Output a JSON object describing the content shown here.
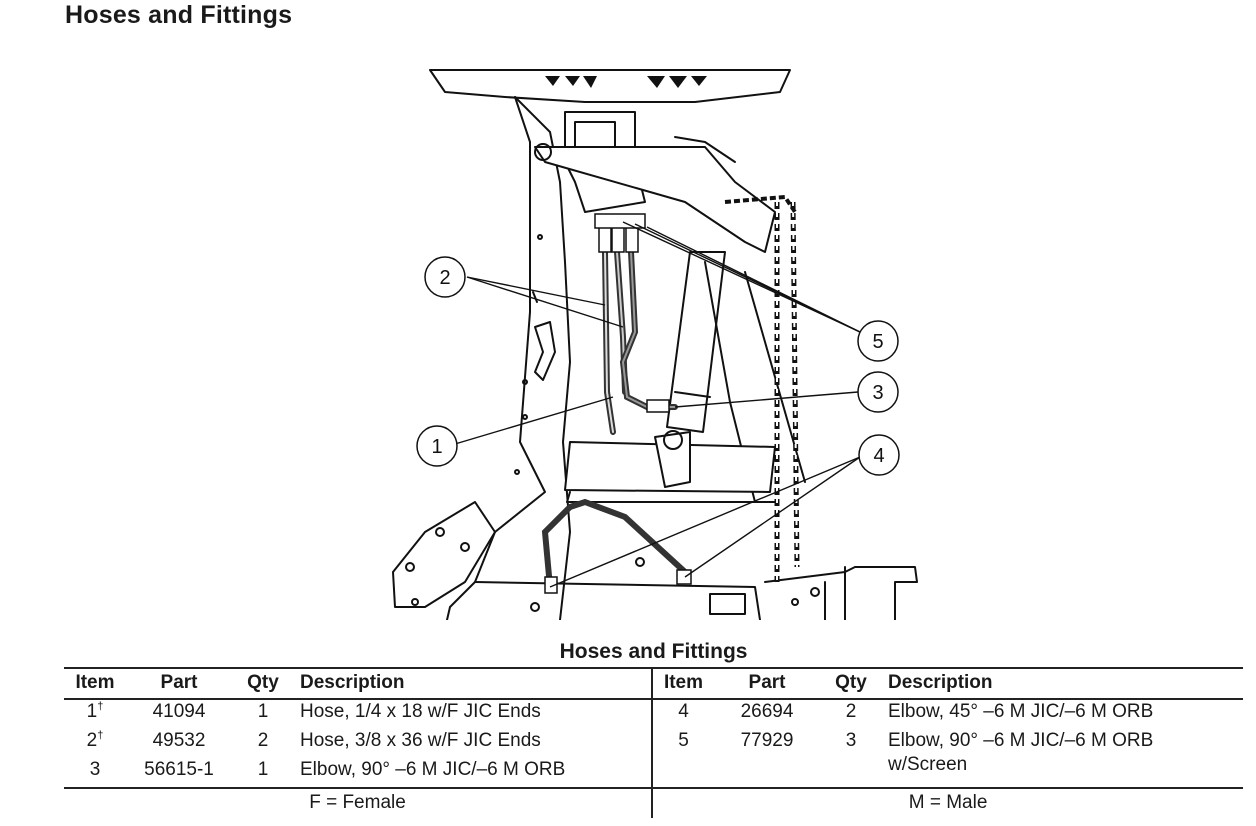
{
  "page_title": "Hoses and Fittings",
  "figure": {
    "callouts": [
      "1",
      "2",
      "3",
      "4",
      "5"
    ]
  },
  "table": {
    "caption": "Hoses and Fittings",
    "headers": {
      "item": "Item",
      "part": "Part",
      "qty": "Qty",
      "description": "Description"
    },
    "left_rows": [
      {
        "item": "1",
        "mark": "†",
        "part": "41094",
        "qty": "1",
        "description": "Hose, 1/4 x 18 w/F JIC Ends"
      },
      {
        "item": "2",
        "mark": "†",
        "part": "49532",
        "qty": "2",
        "description": "Hose, 3/8 x 36 w/F JIC Ends"
      },
      {
        "item": "3",
        "mark": "",
        "part": "56615-1",
        "qty": "1",
        "description": "Elbow, 90° –6 M JIC/–6 M ORB"
      }
    ],
    "right_rows": [
      {
        "item": "4",
        "part": "26694",
        "qty": "2",
        "description": "Elbow, 45° –6 M JIC/–6 M ORB"
      },
      {
        "item": "5",
        "part": "77929",
        "qty": "3",
        "description": "Elbow, 90° –6 M JIC/–6 M ORB",
        "description_2": "w/Screen"
      }
    ],
    "footer_left": "F = Female",
    "footer_right": "M = Male"
  }
}
